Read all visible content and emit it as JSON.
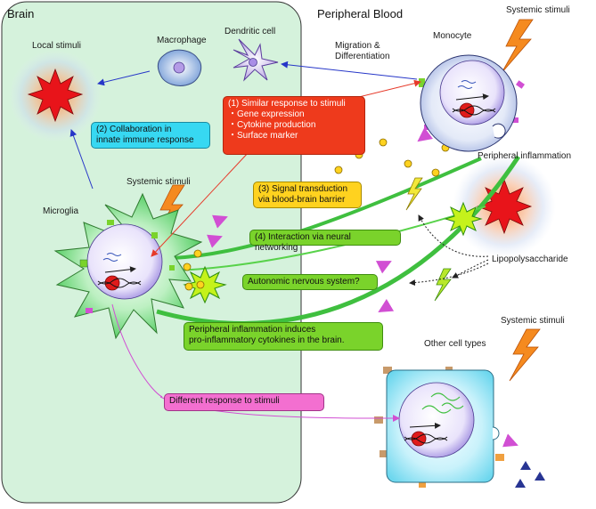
{
  "regions": {
    "brain": "Brain",
    "peripheral_blood": "Peripheral Blood"
  },
  "labels": {
    "local_stimuli": "Local stimuli",
    "macrophage": "Macrophage",
    "dendritic_cell": "Dendritic cell",
    "migration": [
      "Migration &",
      "Differentiation"
    ],
    "monocyte": "Monocyte",
    "systemic_stimuli": "Systemic stimuli",
    "microglia": "Microglia",
    "peripheral_inflammation": "Peripheral inflammation",
    "lipopolysaccharide": "Lipopolysaccharide",
    "other_cell_types": "Other cell types"
  },
  "boxes": {
    "similar_response": {
      "title": "(1) Similar response to stimuli",
      "items": [
        "・Gene expression",
        "・Cytokine production",
        "・Surface marker"
      ]
    },
    "collaboration": [
      "(2) Collaboration in",
      "innate immune response"
    ],
    "signal_transduction": [
      "(3) Signal transduction",
      "via blood-brain barrier"
    ],
    "neural_networking": "(4) Interaction via neural networking",
    "autonomic": "Autonomic nervous system?",
    "peripheral_cytokines": [
      "Peripheral inflammation induces",
      "pro-inflammatory cytokines in the brain."
    ],
    "different_response": "Different response to stimuli"
  },
  "colors": {
    "brain_bg": "#d5f2dc",
    "red_box": "#ee3a1c",
    "cyan_box": "#37d8f2",
    "yellow_box": "#ffd21f",
    "green_box": "#7ad32b",
    "pink_box": "#f36fd0",
    "blue_arrow": "#2636c8",
    "red_arrow": "#e63a2a",
    "magenta_arrow": "#d14fd3",
    "lightning": "#f58a1f"
  },
  "icons": [
    "starburst-icon",
    "lightning-icon",
    "nucleus-icon",
    "dna-icon"
  ]
}
